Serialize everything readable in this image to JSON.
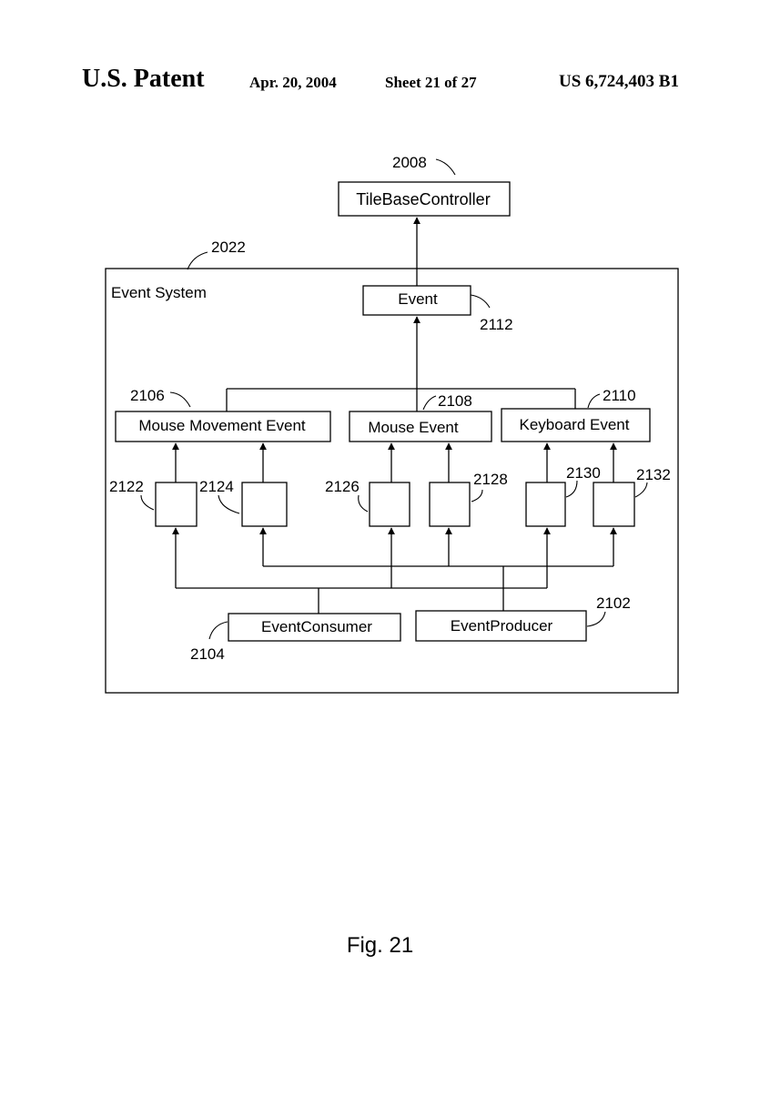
{
  "header": {
    "title": "U.S. Patent",
    "date": "Apr. 20, 2004",
    "sheet": "Sheet 21 of 27",
    "patent_number": "US 6,724,403 B1"
  },
  "diagram": {
    "controller": {
      "label": "TileBaseController",
      "ref": "2008"
    },
    "event_system": {
      "label": "Event System",
      "ref": "2022"
    },
    "event": {
      "label": "Event",
      "ref": "2112"
    },
    "mouse_movement_event": {
      "label": "Mouse Movement Event",
      "ref": "2106"
    },
    "mouse_event": {
      "label": "Mouse Event",
      "ref": "2108"
    },
    "keyboard_event": {
      "label": "Keyboard Event",
      "ref": "2110"
    },
    "handlers": [
      {
        "ref": "2122"
      },
      {
        "ref": "2124"
      },
      {
        "ref": "2126"
      },
      {
        "ref": "2128"
      },
      {
        "ref": "2130"
      },
      {
        "ref": "2132"
      }
    ],
    "event_consumer": {
      "label": "EventConsumer",
      "ref": "2104"
    },
    "event_producer": {
      "label": "EventProducer",
      "ref": "2102"
    }
  },
  "caption": "Fig. 21"
}
